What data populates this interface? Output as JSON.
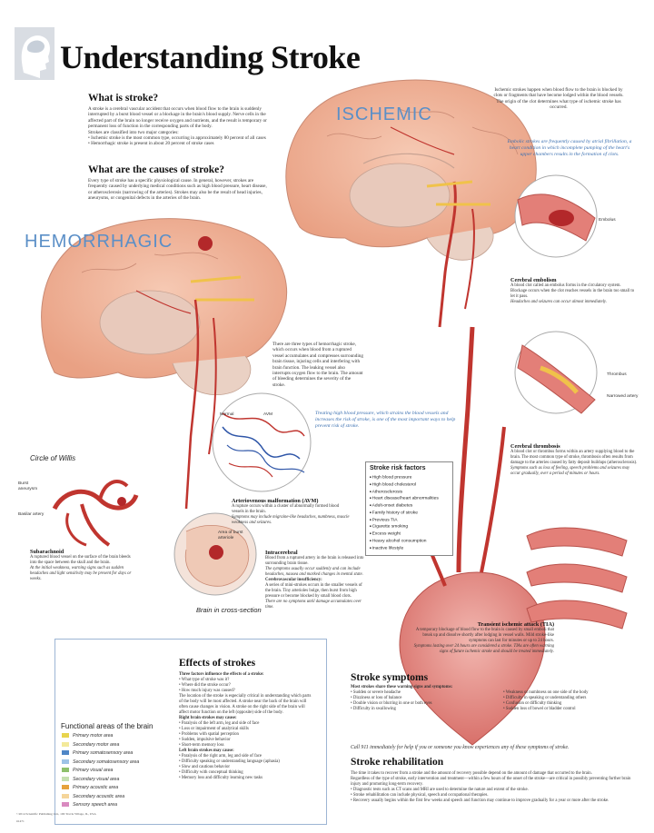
{
  "title": "Understanding Stroke",
  "what": {
    "heading": "What is stroke?",
    "body": "A stroke is a cerebral vascular accident that occurs when blood flow to the brain is suddenly interrupted by a burst blood vessel or a blockage in the brain's blood supply. Nerve cells in the affected part of the brain no longer receive oxygen and nutrients, and the result is temporary or permanent loss of function in the corresponding parts of the body.",
    "intro": "Strokes are classified into two major categories:",
    "bullet1": "• Ischemic stroke is the most common type, occurring in approximately 80 percent of all cases",
    "bullet2": "• Hemorrhagic stroke is present in about 20 percent of stroke cases"
  },
  "causes": {
    "heading": "What are the causes of stroke?",
    "body": "Every type of stroke has a specific physiological cause. In general, however, strokes are frequently caused by underlying medical conditions such as high blood pressure, heart disease, or atherosclerosis (narrowing of the arteries). Strokes may also be the result of head injuries, aneurysms, or congenital defects in the arteries of the brain."
  },
  "labels": {
    "hemorrhagic": "HEMORRHAGIC",
    "ischemic": "ISCHEMIC",
    "circle_willis": "Circle of Willis",
    "brain_cross": "Brain in cross-section",
    "normal": "Normal",
    "avm": "AVM",
    "embolus": "Embolus",
    "thrombus": "Thrombus",
    "narrowed_artery": "Narrowed artery",
    "burst_aneurysm": "Burst aneurysm",
    "basilar_artery": "Basilar artery",
    "area_burst": "Area of burst arteriole"
  },
  "ischemic_text": {
    "body": "Ischemic strokes happen when blood flow to the brain is blocked by clots or fragments that have become lodged within the blood vessels. The origin of the clot determines what type of ischemic stroke has occurred.",
    "note": "Embolic strokes are frequently caused by atrial fibrillation, a heart condition in which incomplete pumping of the heart's upper chambers results in the formation of clots."
  },
  "hemorrhagic_text": {
    "body": "There are three types of hemorrhagic stroke, which occurs when blood from a ruptured vessel accumulates and compresses surrounding brain tissue, injuring cells and interfering with brain function. The leaking vessel also interrupts oxygen flow to the brain. The amount of bleeding determines the severity of the stroke.",
    "bp_note": "Treating high blood pressure, which strains the blood vessels and increases the risk of stroke, is one of the most important ways to help prevent risk of stroke."
  },
  "avm": {
    "heading": "Arteriovenous malformation (AVM)",
    "body": "A rupture occurs within a cluster of abnormally formed blood vessels in the brain.",
    "symptoms": "Symptoms may include migraine-like headaches, numbness, muscle weakness and seizures."
  },
  "intracerebral": {
    "heading": "Intracerebral",
    "body": "Blood from a ruptured artery in the brain is released into surrounding brain tissue.",
    "symptoms": "The symptoms usually occur suddenly and can include headaches, nausea and marked changes in mental state.",
    "sub_heading": "Cerebrovascular insufficiency:",
    "sub_body": "A series of mini-strokes occurs in the smaller vessels of the brain. Tiny arterioles bulge, then burst from high pressure or become blocked by small blood clots.",
    "sub_symptoms": "There are no symptoms until damage accumulates over time."
  },
  "subarachnoid": {
    "heading": "Subarachnoid",
    "body": "A ruptured blood vessel on the surface of the brain bleeds into the space between the skull and the brain.",
    "symptoms": "At the initial weakness, warning signs such as sudden headaches and light sensitivity may be present for days or weeks."
  },
  "embolism": {
    "heading": "Cerebral embolism",
    "body": "A blood clot called an embolus forms in the circulatory system. Blockage occurs when the clot reaches vessels in the brain too small to let it pass.",
    "symptoms": "Headaches and seizures can occur almost immediately."
  },
  "thrombosis": {
    "heading": "Cerebral thrombosis",
    "body": "A blood clot or thrombus forms within an artery supplying blood to the brain. The most common type of stroke, thrombosis often results from damage to the arteries caused by fatty deposit buildups (atherosclerosis).",
    "symptoms": "Symptoms such as loss of feeling, speech problems and seizures may occur gradually, over a period of minutes or hours."
  },
  "tia": {
    "heading": "Transient ischemic attack (TIA)",
    "body": "A temporary blockage of blood flow to the brain is caused by small emboli that break up and dissolve shortly after lodging in vessel walls. Mild stroke-like symptoms can last for minutes or up to 24 hours.",
    "symptoms": "Symptoms lasting over 24 hours are considered a stroke. TIAs are often warning signs of future ischemic stroke and should be treated immediately."
  },
  "risk": {
    "heading": "Stroke risk factors",
    "items": [
      "High blood pressure",
      "High blood cholesterol",
      "Atherosclerosis",
      "Heart disease/heart abnormalities",
      "Adult-onset diabetes",
      "Family history of stroke",
      "Previous TIA",
      "Cigarette smoking",
      "Excess weight",
      "Heavy alcohol consumption",
      "Inactive lifestyle"
    ]
  },
  "effects": {
    "heading": "Effects of strokes",
    "intro": "Three factors influence the effects of a stroke:",
    "factors": [
      "• What type of stroke was it?",
      "• Where did the stroke occur?",
      "• How much injury was caused?"
    ],
    "location": "The location of the stroke is especially critical in understanding which parts of the body will be most affected. A stroke near the back of the brain will often cause changes in vision. A stroke on the right side of the brain will affect motor function on the left (opposite) side of the body.",
    "right_h": "Right brain strokes may cause:",
    "right": [
      "• Paralysis of the left arm, leg and side of face",
      "• Loss or impairment of analytical skills",
      "• Problems with spatial perception",
      "• Sudden, impulsive behavior",
      "• Short-term memory loss"
    ],
    "left_h": "Left brain strokes may cause:",
    "left": [
      "• Paralysis of the right arm, leg and side of face",
      "• Difficulty speaking or understanding language (aphasia)",
      "• Slow and cautious behavior",
      "• Difficulty with conceptual thinking",
      "• Memory loss and difficulty learning new tasks"
    ]
  },
  "areas": {
    "title": "Functional areas of the brain",
    "items": [
      {
        "label": "Primary motor area",
        "color": "#e8d44d"
      },
      {
        "label": "Secondary motor area",
        "color": "#f3e99a"
      },
      {
        "label": "Primary somatosensory area",
        "color": "#4f86c6"
      },
      {
        "label": "Secondary somatosensory area",
        "color": "#9ec3e6"
      },
      {
        "label": "Primary visual area",
        "color": "#8ec06c"
      },
      {
        "label": "Secondary visual area",
        "color": "#c5e0b0"
      },
      {
        "label": "Primary acoustic area",
        "color": "#e6a23c"
      },
      {
        "label": "Secondary acoustic area",
        "color": "#f5d59a"
      },
      {
        "label": "Sensory speech area",
        "color": "#d98ac0"
      }
    ]
  },
  "symptoms": {
    "heading": "Stroke symptoms",
    "intro": "Most strokes share these warning signs and symptoms:",
    "left": [
      "• Sudden or severe headache",
      "• Dizziness or loss of balance",
      "• Double vision or blurring in one or both eyes",
      "• Difficulty in swallowing"
    ],
    "right": [
      "• Weakness or numbness on one side of the body",
      "• Difficulty in speaking or understanding others",
      "• Confusion or difficulty thinking",
      "• Sudden loss of bowel or bladder control"
    ],
    "call": "Call 911 immediately for help if you or someone you know experiences any of these symptoms of stroke."
  },
  "rehab": {
    "heading": "Stroke rehabilitation",
    "body": "The time it takes to recover from a stroke and the amount of recovery possible depend on the amount of damage that occurred to the brain.",
    "body2": "Regardless of the type of stroke, early intervention and treatment—within a few hours of the onset of the stroke—are critical in possibly preventing further brain injury and promoting long-term recovery.",
    "items": [
      "• Diagnostic tests such as CT scans and MRI are used to determine the nature and extent of the stroke.",
      "• Stroke rehabilitation can include physical, speech and occupational therapies.",
      "• Recovery usually begins within the first few weeks and speech and function may continue to improve gradually for a year or more after the stroke."
    ]
  },
  "copyright": "©2014 Scientific Publishing Ltd., 100 Travis Village, IL, USA",
  "code": "#1471"
}
